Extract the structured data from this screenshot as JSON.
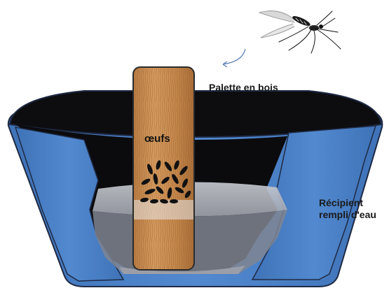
{
  "labels": {
    "palette": "Palette en bois",
    "recipient": "Récipient rempli d'eau",
    "eggs": "œufs"
  },
  "colors": {
    "container_blue": "#4a7fc4",
    "container_dark": "#0d0d10",
    "water": "#b9bcc4",
    "wood": "#c98f55",
    "outline": "#1f2a44"
  },
  "icons": {
    "mosquito": "mosquito-icon",
    "arrow": "curved-arrow-icon"
  }
}
